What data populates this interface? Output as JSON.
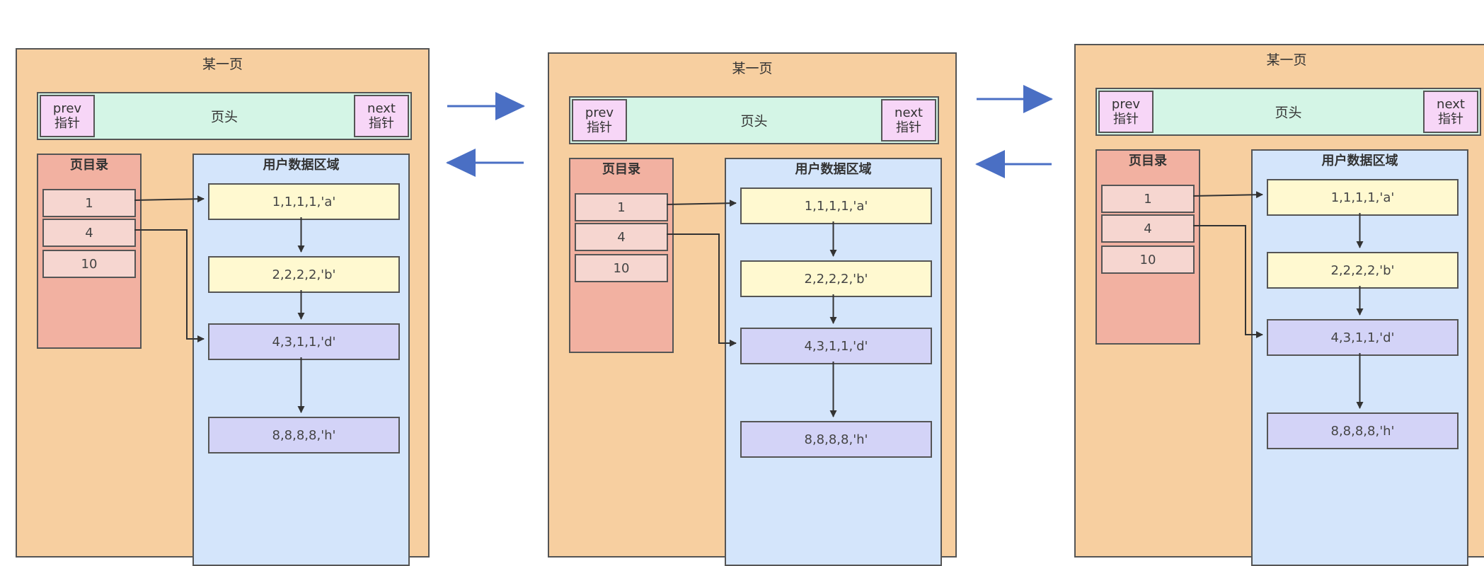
{
  "page": {
    "title": "某一页",
    "header": {
      "label": "页头",
      "prev": [
        "prev",
        "指针"
      ],
      "next": [
        "next",
        "指针"
      ]
    },
    "directory": {
      "title": "页目录",
      "slots": [
        "1",
        "4",
        "10"
      ]
    },
    "user_area": {
      "title": "用户数据区域",
      "records": [
        "1,1,1,1,'a'",
        "2,2,2,2,'b'",
        "4,3,1,1,'d'",
        "8,8,8,8,'h'"
      ]
    }
  },
  "colors": {
    "page": "#f7cfa0",
    "header": "#d4f5e6",
    "pointer": "#f7d6f7",
    "directory": "#f2b1a1",
    "slot": "#f6d6d0",
    "user_area": "#d4e5fb",
    "record_yellow": "#fff9d0",
    "record_purple": "#d3d3f7",
    "link_arrow": "#4a6fc4"
  }
}
